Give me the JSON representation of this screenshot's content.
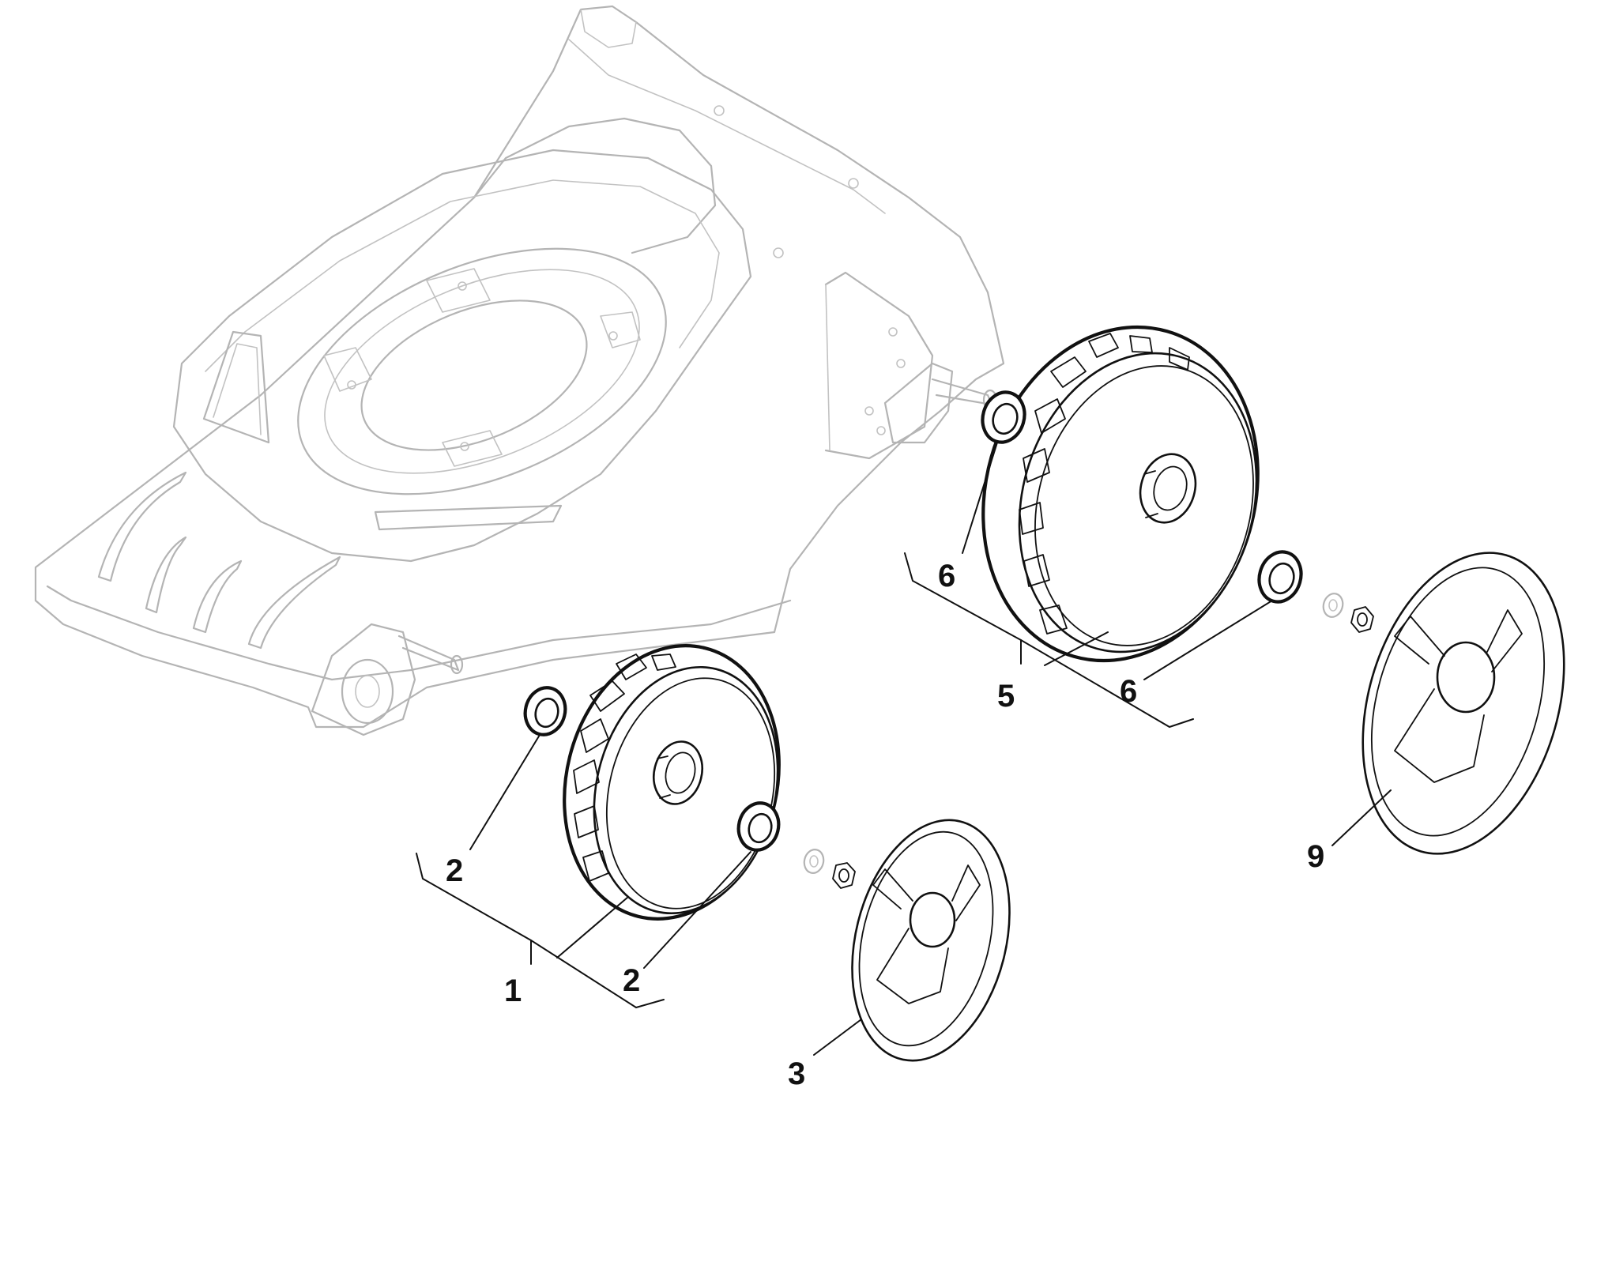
{
  "callouts": {
    "c1": "1",
    "c2a": "2",
    "c2b": "2",
    "c3": "3",
    "c5": "5",
    "c6a": "6",
    "c6b": "6",
    "c9": "9"
  },
  "colors": {
    "background": "#ffffff",
    "part_stroke": "#111111",
    "ghost_stroke": "#b4b4b4"
  }
}
